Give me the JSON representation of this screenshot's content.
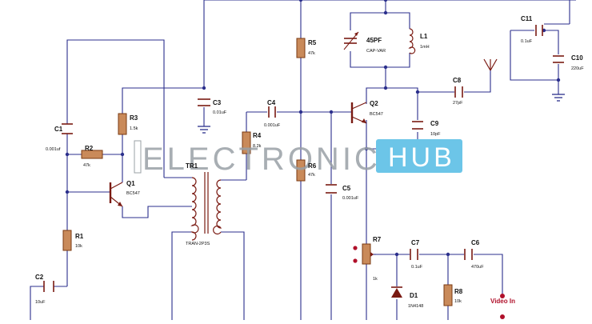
{
  "watermark": {
    "brand": "ELECTRONICS",
    "suffix": "HUB",
    "box_color": "#6cc5e8"
  },
  "colors": {
    "wire": "#2b2f8c",
    "component": "#7a1a12",
    "resistor_fill": "#c98a5a",
    "label_red": "#b0102a"
  },
  "components": {
    "C1": {
      "ref": "C1",
      "value": "0.001uf"
    },
    "C2": {
      "ref": "C2",
      "value": "10uF"
    },
    "C3": {
      "ref": "C3",
      "value": "0.01uF"
    },
    "C4": {
      "ref": "C4",
      "value": "0.001uF"
    },
    "C5": {
      "ref": "C5",
      "value": "0.001uF"
    },
    "C6": {
      "ref": "C6",
      "value": "470uF"
    },
    "C7": {
      "ref": "C7",
      "value": "0.1uF"
    },
    "C8": {
      "ref": "C8",
      "value": "27pF"
    },
    "C9": {
      "ref": "C9",
      "value": "10pF"
    },
    "C10": {
      "ref": "C10",
      "value": "220uF"
    },
    "C11": {
      "ref": "C11",
      "value": "0.1uF"
    },
    "VC": {
      "ref": "45PF",
      "value": "CAP-VAR"
    },
    "R1": {
      "ref": "R1",
      "value": "10k"
    },
    "R2": {
      "ref": "R2",
      "value": "47k"
    },
    "R3": {
      "ref": "R3",
      "value": "1.5k"
    },
    "R4": {
      "ref": "R4",
      "value": "8.2k"
    },
    "R5": {
      "ref": "R5",
      "value": "47k"
    },
    "R6": {
      "ref": "R6",
      "value": "47k"
    },
    "R7": {
      "ref": "R7",
      "value": "1k"
    },
    "R8": {
      "ref": "R8",
      "value": "10k"
    },
    "Q1": {
      "ref": "Q1",
      "value": "BC547"
    },
    "Q2": {
      "ref": "Q2",
      "value": "BC547"
    },
    "L1": {
      "ref": "L1",
      "value": "1mH"
    },
    "D1": {
      "ref": "D1",
      "value": "1N4148"
    },
    "TR1": {
      "ref": "TR1",
      "value": "TRAN-2P3S"
    }
  },
  "labels": {
    "video_in": "Video In"
  }
}
